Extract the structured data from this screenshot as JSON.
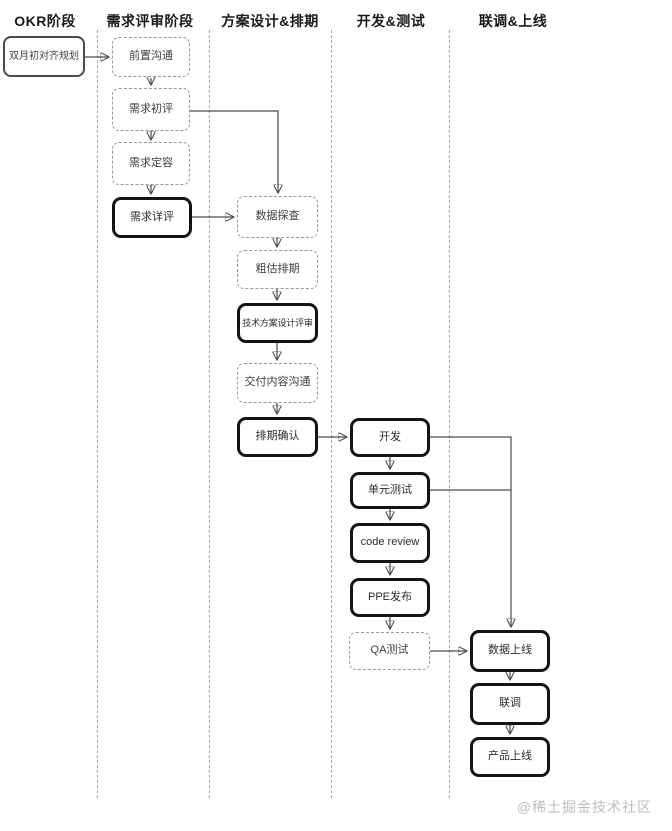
{
  "lanes": [
    {
      "title": "OKR阶段",
      "nodes": [
        {
          "label": "双月初对齐规划",
          "style": "solid"
        }
      ]
    },
    {
      "title": "需求评审阶段",
      "nodes": [
        {
          "label": "前置沟通",
          "style": "dashed"
        },
        {
          "label": "需求初评",
          "style": "dashed"
        },
        {
          "label": "需求定容",
          "style": "dashed"
        },
        {
          "label": "需求详评",
          "style": "bold"
        }
      ]
    },
    {
      "title": "方案设计&排期",
      "nodes": [
        {
          "label": "数据探查",
          "style": "dashed"
        },
        {
          "label": "粗估排期",
          "style": "dashed"
        },
        {
          "label": "技术方案设计评审",
          "style": "bold"
        },
        {
          "label": "交付内容沟通",
          "style": "dashed"
        },
        {
          "label": "排期确认",
          "style": "bold"
        }
      ]
    },
    {
      "title": "开发&测试",
      "nodes": [
        {
          "label": "开发",
          "style": "bold"
        },
        {
          "label": "单元测试",
          "style": "bold"
        },
        {
          "label": "code review",
          "style": "bold"
        },
        {
          "label": "PPE发布",
          "style": "bold"
        },
        {
          "label": "QA测试",
          "style": "dashed"
        }
      ]
    },
    {
      "title": "联调&上线",
      "nodes": [
        {
          "label": "数据上线",
          "style": "bold"
        },
        {
          "label": "联调",
          "style": "bold"
        },
        {
          "label": "产品上线",
          "style": "bold"
        }
      ]
    }
  ],
  "edges": [
    {
      "from": "双月初对齐规划",
      "to": "前置沟通"
    },
    {
      "from": "前置沟通",
      "to": "需求初评"
    },
    {
      "from": "需求初评",
      "to": "需求定容"
    },
    {
      "from": "需求定容",
      "to": "需求详评"
    },
    {
      "from": "需求初评",
      "to": "数据探查"
    },
    {
      "from": "需求详评",
      "to": "数据探查"
    },
    {
      "from": "数据探查",
      "to": "粗估排期"
    },
    {
      "from": "粗估排期",
      "to": "技术方案设计评审"
    },
    {
      "from": "技术方案设计评审",
      "to": "交付内容沟通"
    },
    {
      "from": "交付内容沟通",
      "to": "排期确认"
    },
    {
      "from": "排期确认",
      "to": "开发"
    },
    {
      "from": "开发",
      "to": "单元测试"
    },
    {
      "from": "单元测试",
      "to": "code review"
    },
    {
      "from": "code review",
      "to": "PPE发布"
    },
    {
      "from": "PPE发布",
      "to": "QA测试"
    },
    {
      "from": "QA测试",
      "to": "数据上线"
    },
    {
      "from": "开发",
      "to": "数据上线"
    },
    {
      "from": "单元测试",
      "to": "数据上线"
    },
    {
      "from": "数据上线",
      "to": "联调"
    },
    {
      "from": "联调",
      "to": "产品上线"
    }
  ],
  "watermark": "@稀土掘金技术社区",
  "colors": {
    "node_border_bold": "#141414",
    "node_border_dashed": "#979797",
    "lane_divider": "#ababab",
    "connector": "#4a4a4a",
    "watermark": "#bdbdbd"
  }
}
